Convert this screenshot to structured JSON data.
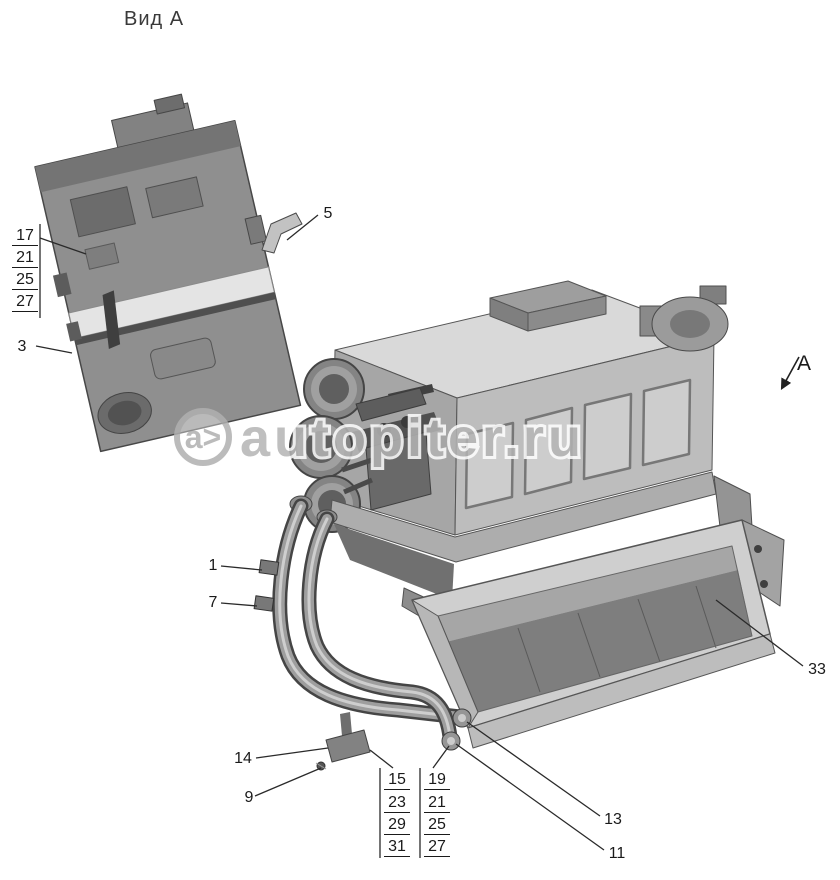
{
  "title": "Вид А",
  "view_label": "А",
  "watermark": {
    "logo": "a>",
    "text": "autopiter.ru"
  },
  "callouts": {
    "detail_stack": [
      "17",
      "21",
      "25",
      "27"
    ],
    "c3": "3",
    "c5": "5",
    "c1": "1",
    "c7": "7",
    "c33": "33",
    "c14": "14",
    "c9": "9",
    "c15": "15",
    "c19": "19",
    "c13": "13",
    "c11": "11",
    "bottom_stack_left": [
      "23",
      "29",
      "31"
    ],
    "bottom_stack_right": [
      "21",
      "25",
      "27"
    ]
  },
  "colors": {
    "line": "#2a2a2a",
    "body_light": "#d9d9d9",
    "body_mid": "#a6a6a6",
    "body_dark": "#6f6f6f",
    "watermark": "#b3b3b3"
  }
}
